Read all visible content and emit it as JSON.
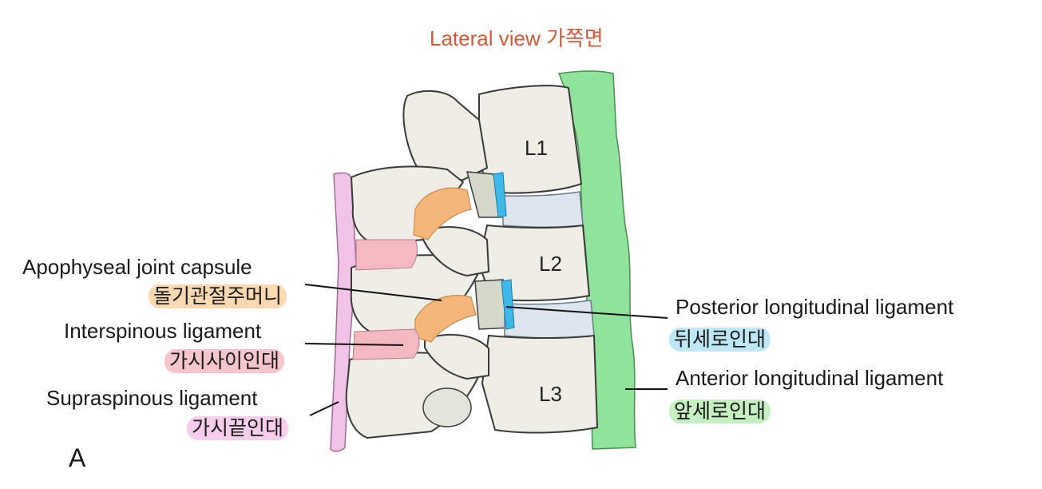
{
  "title": "Lateral view 가쪽면",
  "panel_letter": "A",
  "vertebrae": [
    {
      "label": "L1"
    },
    {
      "label": "L2"
    },
    {
      "label": "L3"
    }
  ],
  "labels": {
    "apophyseal": {
      "en": "Apophyseal joint capsule",
      "ko": "돌기관절주머니",
      "color": "#fcd9b0"
    },
    "interspinous": {
      "en": "Interspinous ligament",
      "ko": "가시사이인대",
      "color": "#f7c6cc"
    },
    "supraspinous": {
      "en": "Supraspinous ligament",
      "ko": "가시끝인대",
      "color": "#f6cdeb"
    },
    "posterior": {
      "en": "Posterior longitudinal ligament",
      "ko": "뒤세로인대",
      "color": "#bfe8f7"
    },
    "anterior": {
      "en": "Anterior longitudinal ligament",
      "ko": "앞세로인대",
      "color": "#c6f0c2"
    }
  },
  "colors": {
    "bone": "#eeeee6",
    "bone_shade": "#d7d8cc",
    "outline": "#3a3a3a",
    "capsule": "#f5b67a",
    "interspinous": "#f3b8c0",
    "supraspinous": "#f2c2e8",
    "posterior_lig": "#3db8e8",
    "anterior_lig": "#8fe39a",
    "disc": "#dde6ee",
    "title": "#d2593a"
  }
}
